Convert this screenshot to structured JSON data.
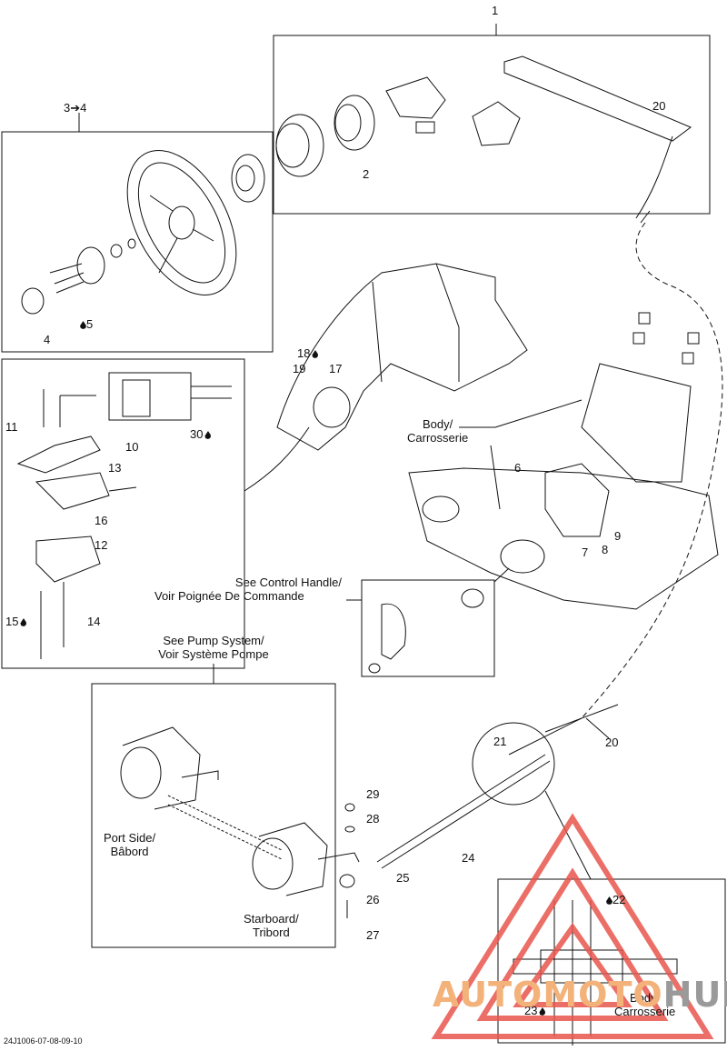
{
  "labels": {
    "l1": "1",
    "l2": "2",
    "l3": "3",
    "l4ref": "4",
    "l4": "4",
    "l5": "5",
    "l6": "6",
    "l7": "7",
    "l8": "8",
    "l9": "9",
    "l10": "10",
    "l11": "11",
    "l12": "12",
    "l13": "13",
    "l14": "14",
    "l15": "15",
    "l16": "16",
    "l17": "17",
    "l18": "18",
    "l19": "19",
    "l20a": "20",
    "l20b": "20",
    "l21": "21",
    "l22": "22",
    "l23": "23",
    "l24": "24",
    "l25": "25",
    "l26": "26",
    "l27": "27",
    "l28": "28",
    "l29": "29",
    "l30": "30"
  },
  "text": {
    "body1": "Body/",
    "carrosserie1": "Carrosserie",
    "control1": "See Control Handle/",
    "control2": "Voir Poignée De Commande",
    "pump1": "See Pump System/",
    "pump2": "Voir Système Pompe",
    "port1": "Port Side/",
    "port2": "Bâbord",
    "star1": "Starboard/",
    "star2": "Tribord",
    "body2": "Body/",
    "carrosserie2": "Carrosserie"
  },
  "footer": "24J1006-07-08-09-10",
  "watermark": {
    "part1": "AUTOMOTO",
    "part2": "HUB"
  },
  "colors": {
    "line": "#111111",
    "watermark_triangle": "#e8554d",
    "watermark_text_accent": "#f2b27a",
    "watermark_text_gray": "#9a9a9a"
  }
}
